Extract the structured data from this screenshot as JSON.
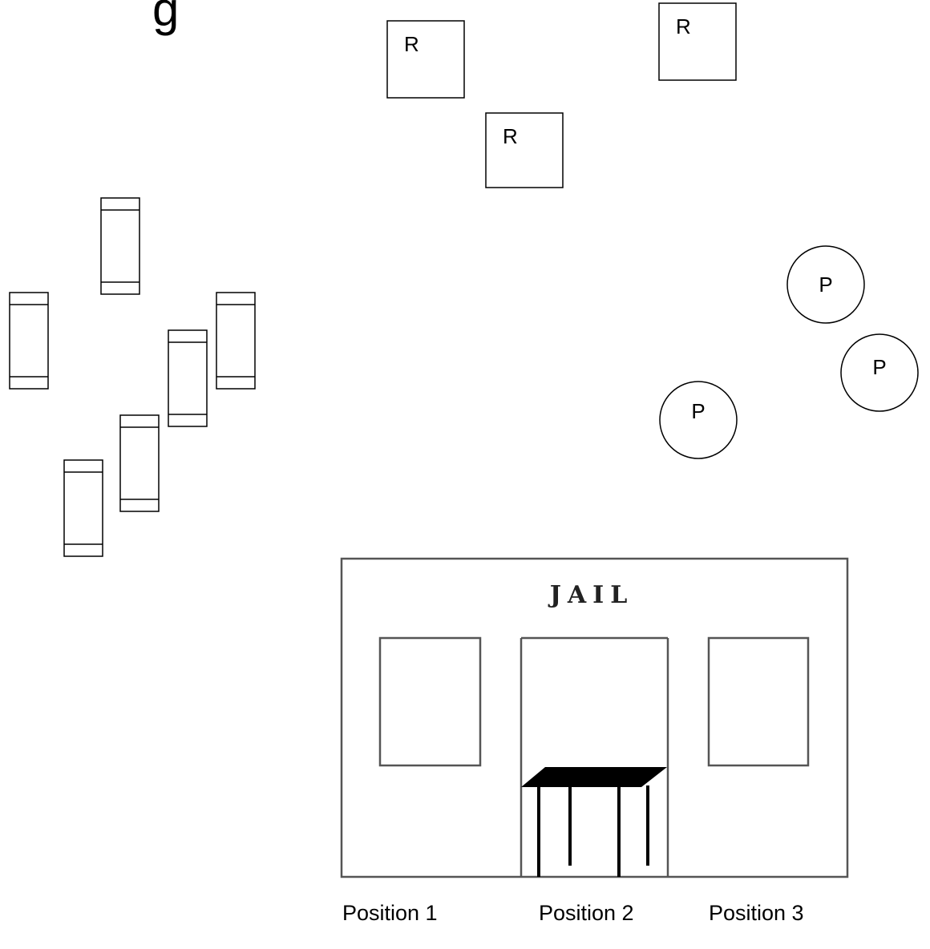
{
  "top_fragment": "g",
  "square_labels": [
    "R",
    "R",
    "R"
  ],
  "circle_labels": [
    "P",
    "P",
    "P"
  ],
  "building_sign": "JAIL",
  "positions": [
    "Position 1",
    "Position 2",
    "Position 3"
  ],
  "colors": {
    "outline": "#000000",
    "building_outline": "#555555",
    "roof": "#000000"
  }
}
